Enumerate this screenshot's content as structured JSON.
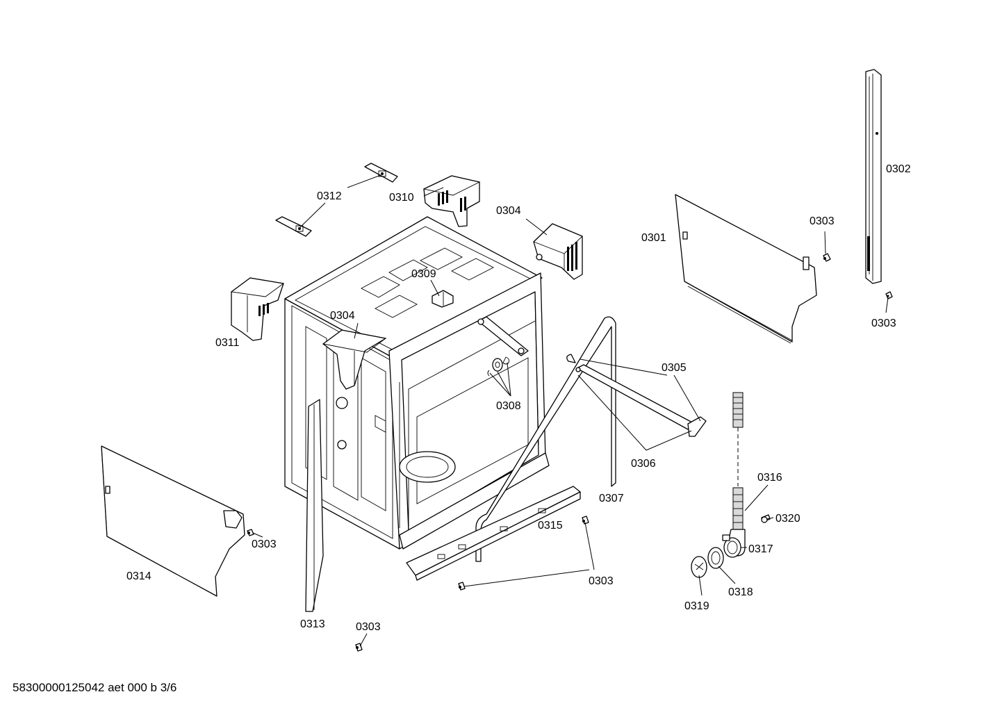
{
  "diagram": {
    "callouts": {
      "c0301": "0301",
      "c0302": "0302",
      "c0303": "0303",
      "c0304": "0304",
      "c0305": "0305",
      "c0306": "0306",
      "c0307": "0307",
      "c0308": "0308",
      "c0309": "0309",
      "c0310": "0310",
      "c0311": "0311",
      "c0312": "0312",
      "c0313": "0313",
      "c0314": "0314",
      "c0315": "0315",
      "c0316": "0316",
      "c0317": "0317",
      "c0318": "0318",
      "c0319": "0319",
      "c0320": "0320"
    },
    "footer_code": "58300000125042 aet 000 b 3/6"
  }
}
